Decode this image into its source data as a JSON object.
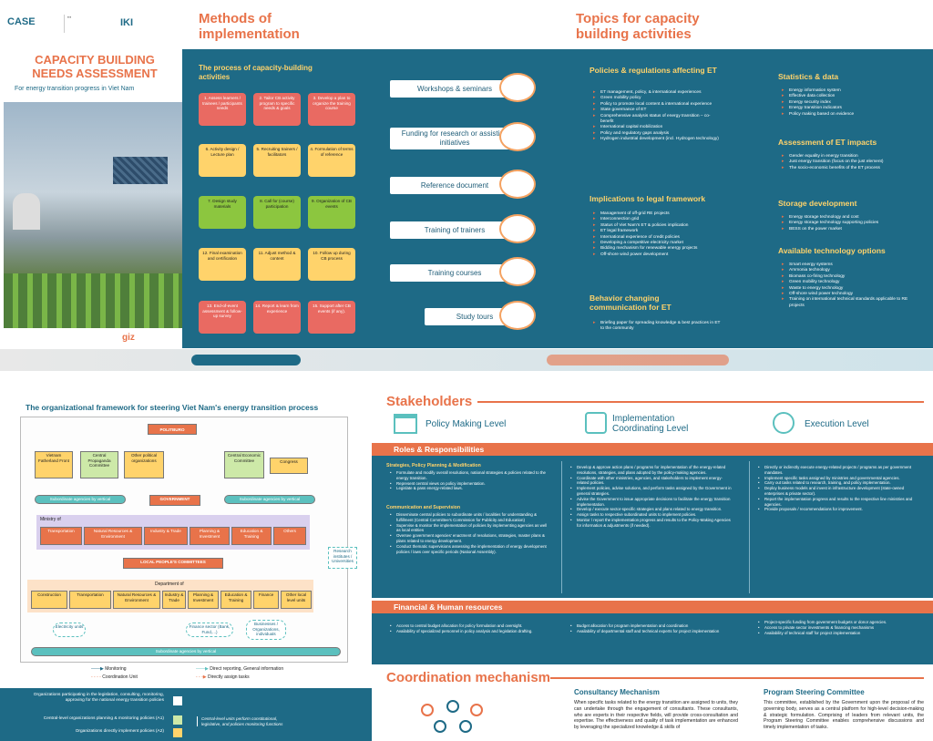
{
  "cover": {
    "logos": [
      "CASE",
      "IKI"
    ],
    "title": "CAPACITY BUILDING NEEDS ASSESSMENT",
    "subtitle": "For energy transition progress in Viet Nam",
    "footer_logo": "giz"
  },
  "methods": {
    "heading": "Methods of implementation",
    "process_title": "The process of capacity-building activities",
    "steps": [
      "1. Assess learners / trainees / participants needs",
      "2. Tailor CB activity program to specific needs & goals",
      "3. Develop a plan to organize the training course",
      "4. Formulation of terms of reference",
      "5. Recruiting trainers / facilitators",
      "6. Activity design / Lecture plan",
      "7. Design study materials",
      "8. Call for (course) participation",
      "9. Organization of CB events",
      "10. Follow up during CB process",
      "11. Adjust method & content",
      "12. Final examination and certification",
      "13. End-of-event assessment & follow-up survey",
      "14. Report & learn from experience",
      "15. Support after CB events (if any)."
    ],
    "buttons": [
      "Workshops & seminars",
      "Funding for research or assisting initiatives",
      "Reference document",
      "Training of trainers",
      "Training courses",
      "Study tours"
    ]
  },
  "topics": {
    "heading": "Topics for capacity building activities",
    "col1": [
      {
        "title": "Policies & regulations affecting ET",
        "items": [
          "ET management, policy, & international experiences",
          "Green mobility policy",
          "Policy to promote local content & international experience",
          "State governance of ET",
          "Comprehensive analysis status of energy transition – co-benefit",
          "International capital mobilization",
          "Policy and regulatory gaps analysis",
          "Hydrogen industrial development (incl. Hydrogen technology)"
        ]
      },
      {
        "title": "Implications to legal framework",
        "items": [
          "Management of off-grid RE projects",
          "Interconnection grid",
          "Status of Viet Nam's ET & policies implication",
          "ET legal framework",
          "International experience of credit policies",
          "Developing a competitive electricity market",
          "Bidding mechanism for renewable energy projects",
          "Off-shore wind power development"
        ]
      },
      {
        "title": "Behavior changing communication for ET",
        "items": [
          "Briefing paper for spreading knowledge & best practices in ET to the community"
        ]
      }
    ],
    "col2": [
      {
        "title": "Statistics & data",
        "items": [
          "Energy information system",
          "Effective data collection",
          "Energy security index",
          "Energy transition indicators",
          "Policy making based on evidence"
        ]
      },
      {
        "title": "Assessment of ET impacts",
        "items": [
          "Gender equality in energy transition",
          "Just energy transition (focus on the just element)",
          "The socio-economic benefits of the ET process"
        ]
      },
      {
        "title": "Storage development",
        "items": [
          "Energy storage technology and cost",
          "Energy storage technology supporting policies",
          "BESS on the power market"
        ]
      },
      {
        "title": "Available technology options",
        "items": [
          "Smart energy systems",
          "Ammonia technology",
          "Biomass co-firing technology",
          "Green mobility technology",
          "Waste to energy technology",
          "Off-shore wind power technology",
          "Training on international technical standards applicable to RE projects"
        ]
      }
    ]
  },
  "org": {
    "title": "The organizational framework for steering Viet Nam's energy transition process",
    "politburo": "POLITBURO",
    "party_boxes": [
      "Vietnam Fatherland Front",
      "Central Propaganda Committee",
      "Other political organizations",
      "Central Economic Committee",
      "Congress"
    ],
    "subordinate": "Subordinate agencies by vertical",
    "government": "GOVERNMENT",
    "ministry_of": "Ministry of",
    "ministries": [
      "Transportation",
      "Natural Resources & Environment",
      "Industry & Trade",
      "Planning & Investment",
      "Education & Training",
      "Others"
    ],
    "local": "LOCAL PEOPLE'S COMMITTEES",
    "department_of": "Department of",
    "departments": [
      "Construction",
      "Transportation",
      "Natural Resources & Environment",
      "Industry & Trade",
      "Planning & Investment",
      "Education & Training",
      "Finance",
      "Other local level units"
    ],
    "side": [
      "Research institutes / Universities",
      "Electricity units",
      "Finance sector (Bank, Fund,...)",
      "Businesses / Organizations, individuals"
    ],
    "legend": [
      "Monitoring",
      "Coordination Unit",
      "Direct reporting, General information",
      "Directly assign tasks"
    ],
    "bottom_legend": [
      "Organizations participating in the legislation, consulting, monitoring, approving for the national energy transition policies",
      "Central-level organizations planning & monitoring policies (A1)",
      "Organizations directly implement policies (A2)",
      "Central-level units perform constitutional, legislative, and policies monitoring functions"
    ]
  },
  "stakeholders": {
    "heading": "Stakeholders",
    "levels": [
      "Policy Making Level",
      "Implementation Coordinating Level",
      "Execution Level"
    ],
    "roles_title": "Roles & Responsibilities",
    "col1_sub1": "Strategies, Policy Planning & Modification",
    "col1_a": [
      "Formulate and modify overall resolutions, national strategies & policies related to the energy transition.",
      "Represent central views on policy implementation.",
      "Legislate & pass energy-related laws."
    ],
    "col1_sub2": "Communication and Supervision",
    "col1_b": [
      "Disseminate central policies to subordinate units / localities for understanding & fulfillment (Central Committee's Commission for Publicity and Education)",
      "Supervise & monitor the implementation of policies by implementing agencies as well as local entities",
      "Oversee government agencies' enactment of resolutions, strategies, master plans & plans related to energy development.",
      "Conduct thematic supervisions assessing the implementation of energy development policies / laws over specific periods (National Assembly)."
    ],
    "col2": [
      "Develop & approve action plans / programs for implementation of the energy-related resolutions, strategies, and plans adopted by the policy-making agencies.",
      "Coordinate with other ministries, agencies, and stakeholders to implement energy-related policies.",
      "Implement policies, advise solutions, and perform tasks assigned by the Government in general strategies.",
      "Advise the Government to issue appropriate decisions to facilitate the energy transition implementation.",
      "Develop / execute sector-specific strategies and plans related to energy transition.",
      "Assign tasks to respective subordinated units to implement policies.",
      "Monitor / report the implementation progress and results to the Policy-Making Agencies for information & adjustments (if needed)."
    ],
    "col3": [
      "Directly or indirectly execute energy-related projects / programs as per government mandates.",
      "Implement specific tasks assigned by ministries and governmental agencies.",
      "Carry out tasks related to research, training, and policy implementation.",
      "Deploy business models and invest in infrastructure development (state-owned enterprises & private sector).",
      "Report the implementation progress and results to the respective line ministries and agencies.",
      "Provide proposals / recommendations for improvement."
    ],
    "fin_title": "Financial & Human resources",
    "fin1": [
      "Access to central budget allocation for policy formulation and oversight.",
      "Availability of specialized personnel in policy analysis and legislation drafting."
    ],
    "fin2": [
      "Budget allocation for program implementation and coordination",
      "Availability of departmental staff and technical experts for project implementation"
    ],
    "fin3": [
      "Project-specific funding from government budgets or donor agencies.",
      "Access to private sector investments & financing mechanisms",
      "Availability of technical staff for project implementation"
    ]
  },
  "coordination": {
    "heading": "Coordination mechanism",
    "c1_title": "Consultancy Mechanism",
    "c1_text": "When specific tasks related to the energy transition are assigned to units, they can undertake through the engagement of consultants. These consultants, who are experts in their respective fields, will provide cross-consultation and expertise. The effectiveness and quality of task implementation are enhanced by leveraging the specialized knowledge & skills of",
    "c2_title": "Program Steering Committee",
    "c2_text": "This committee, established by the Government upon the proposal of the governing body, serves as a central platform for high-level decision-making & strategic formulation. Comprising of leaders from relevant units, the Program Steering Committee enables comprehensive discussions and timely implementation of tasks."
  },
  "colors": {
    "orange": "#e8734a",
    "teal": "#1e6a86",
    "yellow": "#ffd36b"
  }
}
